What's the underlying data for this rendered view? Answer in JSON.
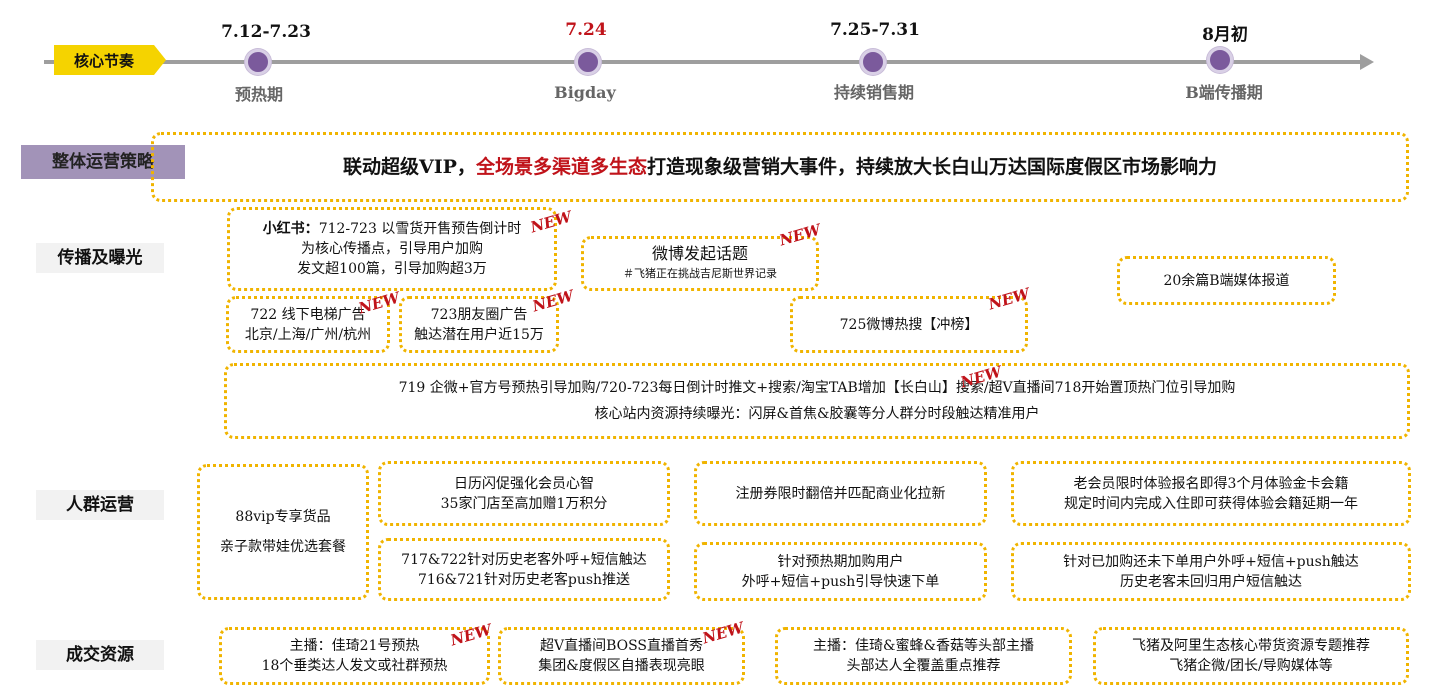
{
  "timeline": {
    "tag": "核心节奏",
    "dates": [
      "7.12-7.23",
      "7.24",
      "7.25-7.31",
      "8月初"
    ],
    "phases": [
      "预热期",
      "Bigday",
      "持续销售期",
      "B端传播期"
    ]
  },
  "sections": {
    "strategy": "整体运营策略",
    "spread": "传播及曝光",
    "crowd": "人群运营",
    "deal": "成交资源"
  },
  "strategy": {
    "part1": "联动超级VIP，",
    "part2": "全场景多渠道多生态",
    "part3": "打造现象级营销大事件，持续放大长白山万达国际度假区市场影响力"
  },
  "new_badge": "NEW",
  "spread": {
    "xhs": {
      "label": "小红书：",
      "line1": "712-723 以雪货开售预告倒计时",
      "line2": "为核心传播点，引导用户加购",
      "line3": "发文超100篇，引导加购超3万"
    },
    "weibo_topic": {
      "line1": "微博发起话题",
      "line2": "＃飞猪正在挑战吉尼斯世界记录"
    },
    "b_media": "20余篇B端媒体报道",
    "elevator": {
      "line1": "722 线下电梯广告",
      "line2": "北京/上海/广州/杭州"
    },
    "moments": {
      "line1": "723朋友圈广告",
      "line2": "触达潜在用户近15万"
    },
    "weibo_hot": "725微博热搜【冲榜】",
    "onsite": {
      "line1": "719 企微+官方号预热引导加购/720-723每日倒计时推文+搜索/淘宝TAB增加【长白山】搜索/超V直播间718开始置顶热门位引导加购",
      "line2": "核心站内资源持续曝光：闪屏&首焦&胶囊等分人群分时段触达精准用户"
    }
  },
  "crowd": {
    "vip": {
      "line1": "88vip专享货品",
      "line2": "亲子款带娃优选套餐"
    },
    "calendar": {
      "line1": "日历闪促强化会员心智",
      "line2": "35家门店至高加赠1万积分"
    },
    "coupon": "注册券限时翻倍并匹配商业化拉新",
    "member": {
      "line1": "老会员限时体验报名即得3个月体验金卡会籍",
      "line2": "规定时间内完成入住即可获得体验会籍延期一年"
    },
    "history": {
      "line1": "717&722针对历史老客外呼+短信触达",
      "line2": "716&721针对历史老客push推送"
    },
    "preheat": {
      "line1": "针对预热期加购用户",
      "line2": "外呼+短信+push引导快速下单"
    },
    "cart": {
      "line1": "针对已加购还未下单用户外呼+短信+push触达",
      "line2": "历史老客未回归用户短信触达"
    }
  },
  "deal": {
    "anchor1": {
      "line1": "主播：佳琦21号预热",
      "line2": "18个垂类达人发文或社群预热"
    },
    "boss": {
      "line1": "超V直播间BOSS直播首秀",
      "line2": "集团&度假区自播表现亮眼"
    },
    "anchor2": {
      "line1": "主播：佳琦&蜜蜂&香菇等头部主播",
      "line2": "头部达人全覆盖重点推荐"
    },
    "ali": {
      "line1": "飞猪及阿里生态核心带货资源专题推荐",
      "line2": "飞猪企微/团长/导购媒体等"
    }
  },
  "colors": {
    "accent_yellow": "#f5d300",
    "dot_purple": "#7b5a9c",
    "dotted_border": "#f0b400",
    "highlight_red": "#c0131a",
    "strategy_label_bg": "#a293b8"
  }
}
